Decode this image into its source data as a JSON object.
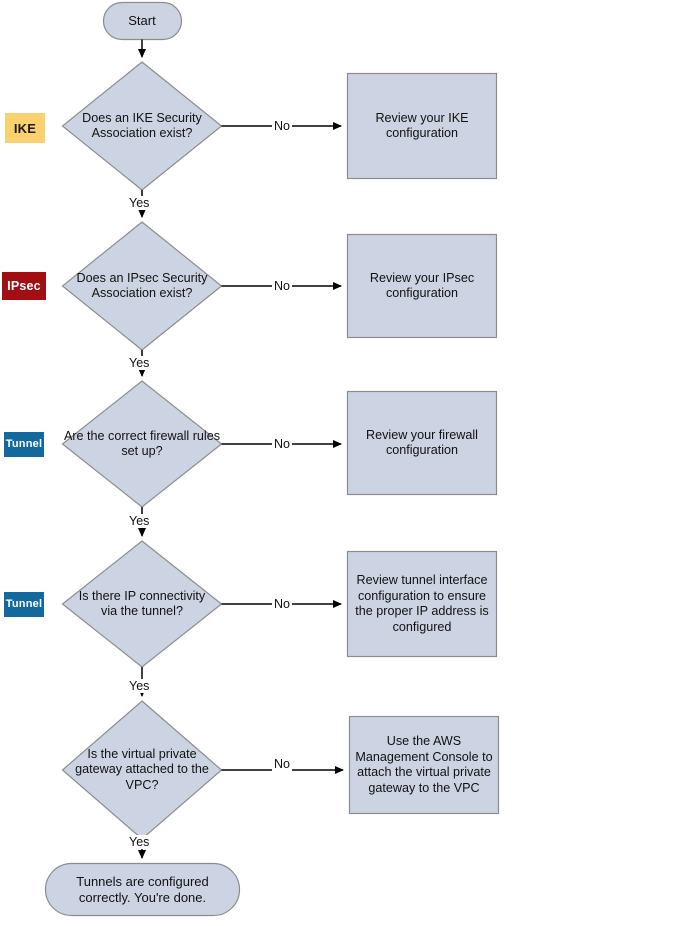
{
  "diagram": {
    "title": "VPN tunnel troubleshooting flowchart",
    "colors": {
      "node_fill": "#ccd4e4",
      "node_stroke": "#8c8c8c",
      "connector": "#000000",
      "badge_ike": "#fbd170",
      "badge_ipsec": "#a20f12",
      "badge_tunnel": "#13699e",
      "background": "#ffffff",
      "text": "#111111"
    },
    "stage_badges": [
      {
        "id": "ike",
        "label": "IKE"
      },
      {
        "id": "ipsec",
        "label": "IPsec"
      },
      {
        "id": "tunnel1",
        "label": "Tunnel"
      },
      {
        "id": "tunnel2",
        "label": "Tunnel"
      }
    ],
    "nodes": {
      "start": {
        "type": "terminal",
        "label": "Start"
      },
      "decision1": {
        "type": "decision",
        "label": "Does an IKE Security Association exist?"
      },
      "decision2": {
        "type": "decision",
        "label": "Does an IPsec Security Association exist?"
      },
      "decision3": {
        "type": "decision",
        "label": "Are the correct firewall rules set up?"
      },
      "decision4": {
        "type": "decision",
        "label": "Is there IP connectivity via the tunnel?"
      },
      "decision5": {
        "type": "decision",
        "label": "Is the virtual private gateway attached to the VPC?"
      },
      "process1": {
        "type": "process",
        "label": "Review your IKE configuration"
      },
      "process2": {
        "type": "process",
        "label": "Review your IPsec configuration"
      },
      "process3": {
        "type": "process",
        "label": "Review your firewall configuration"
      },
      "process4": {
        "type": "process",
        "label": "Review tunnel interface configuration to ensure the proper IP address is configured"
      },
      "process5": {
        "type": "process",
        "label": "Use the AWS Management Console to attach the virtual private gateway to the VPC"
      },
      "end": {
        "type": "terminal",
        "label": "Tunnels are configured correctly. You're done."
      }
    },
    "edge_labels": {
      "no1": "No",
      "yes1": "Yes",
      "no2": "No",
      "yes2": "Yes",
      "no3": "No",
      "yes3": "Yes",
      "no4": "No",
      "yes4": "Yes",
      "no5": "No",
      "yes5": "Yes"
    }
  }
}
